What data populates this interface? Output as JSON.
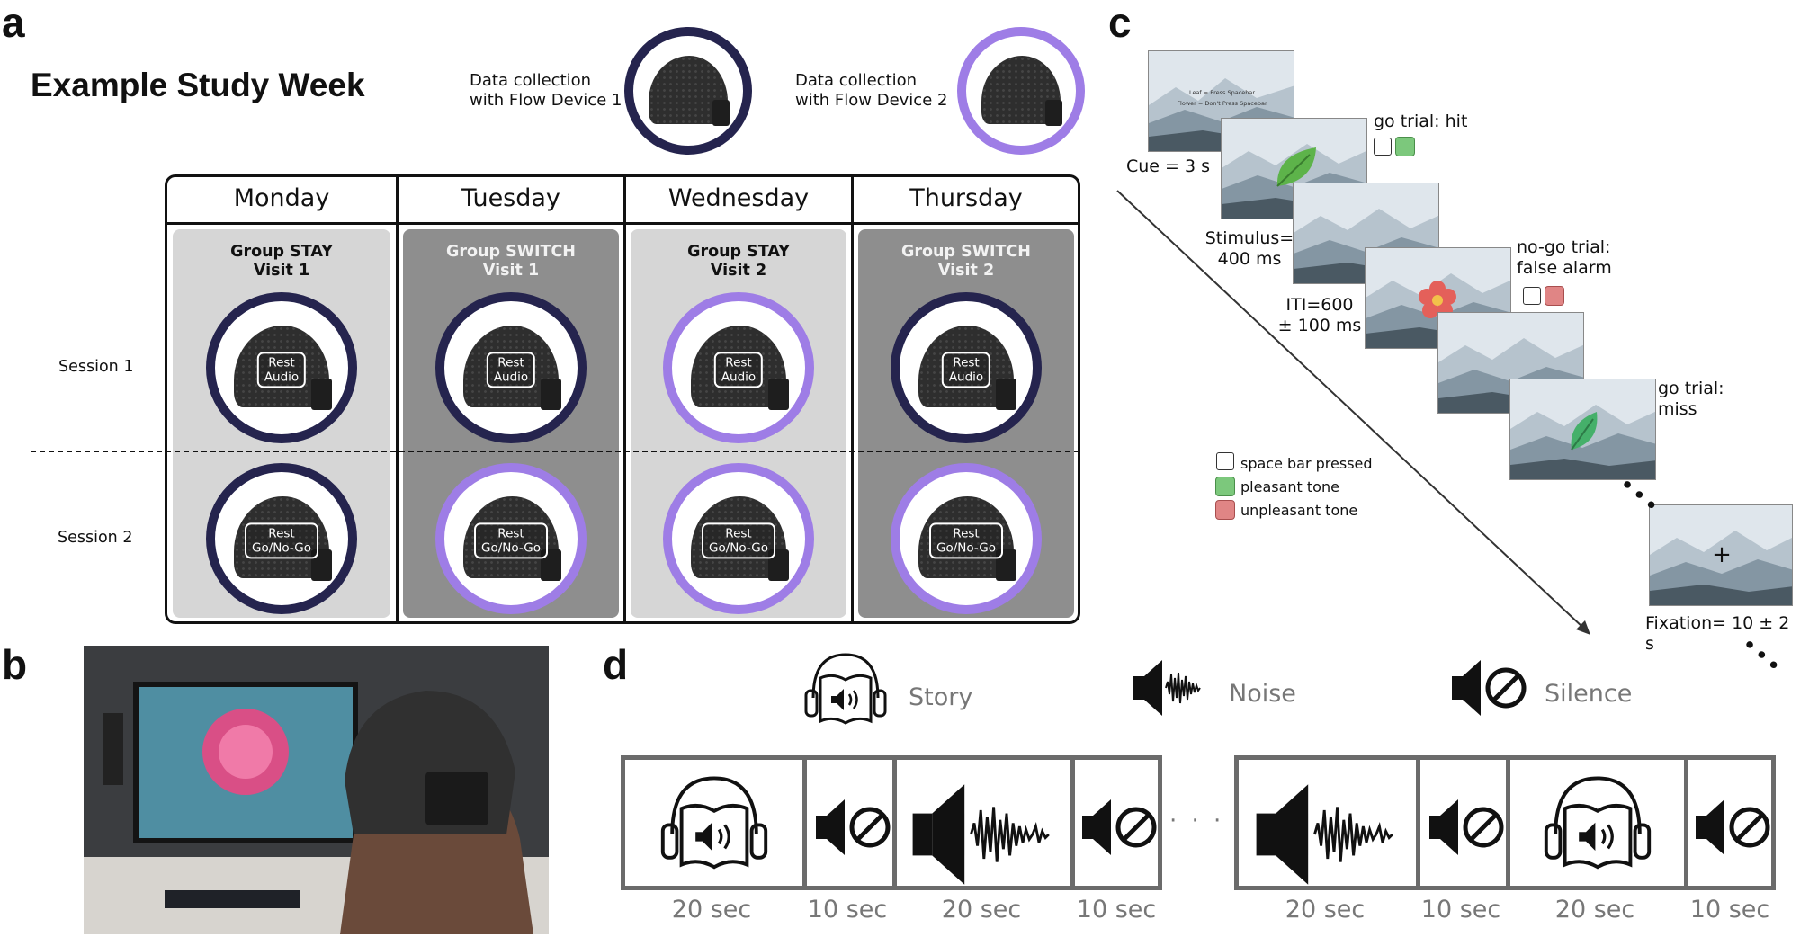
{
  "panel_a": {
    "letter": "a",
    "title": "Example Study Week",
    "devices": [
      {
        "label_line1": "Data collection",
        "label_line2": "with Flow Device 1"
      },
      {
        "label_line1": "Data collection",
        "label_line2": "with Flow Device 2"
      }
    ],
    "days": [
      "Monday",
      "Tuesday",
      "Wednesday",
      "Thursday"
    ],
    "groups": [
      {
        "line1": "Group STAY",
        "line2": "Visit 1"
      },
      {
        "line1": "Group SWITCH",
        "line2": "Visit 1"
      },
      {
        "line1": "Group STAY",
        "line2": "Visit 2"
      },
      {
        "line1": "Group SWITCH",
        "line2": "Visit 2"
      }
    ],
    "sessions": [
      "Session 1",
      "Session 2"
    ],
    "task_labels": {
      "rest_audio": {
        "line1": "Rest",
        "line2": "Audio"
      },
      "rest_gonogo": {
        "line1": "Rest",
        "line2": "Go/No-Go"
      }
    },
    "colors": {
      "device1": "#25244e",
      "device2": "#9e7de6",
      "stay_bg": "#d6d6d6",
      "switch_bg": "#8e8e8e"
    }
  },
  "panel_b": {
    "letter": "b"
  },
  "panel_c": {
    "letter": "c",
    "cue_text_line1": "Leaf = Press Spacebar",
    "cue_text_line2": "Flower = Don't Press Spacebar",
    "labels": {
      "cue": "Cue = 3 s",
      "stimulus_line1": "Stimulus=",
      "stimulus_line2": "400 ms",
      "iti_line1": "ITI=600",
      "iti_line2": "± 100 ms",
      "go_hit": "go trial: hit",
      "nogo_line1": "no-go trial:",
      "nogo_line2": "false alarm",
      "go_miss_line1": "go trial:",
      "go_miss_line2": "miss",
      "fixation": "Fixation= 10 ± 2 s",
      "fixation_symbol": "+"
    },
    "legend": [
      "space bar pressed",
      "pleasant tone",
      "unpleasant tone"
    ],
    "colors": {
      "pleasant": "#7cc87c",
      "unpleasant": "#e08585",
      "leaf": "#5db34a",
      "flower": "#e4605a"
    }
  },
  "panel_d": {
    "letter": "d",
    "legend": [
      "Story",
      "Noise",
      "Silence"
    ],
    "ellipsis": "· · ·",
    "blocks_left": [
      "20 sec",
      "10 sec",
      "20 sec",
      "10 sec"
    ],
    "blocks_right": [
      "20 sec",
      "10 sec",
      "20 sec",
      "10 sec"
    ]
  }
}
